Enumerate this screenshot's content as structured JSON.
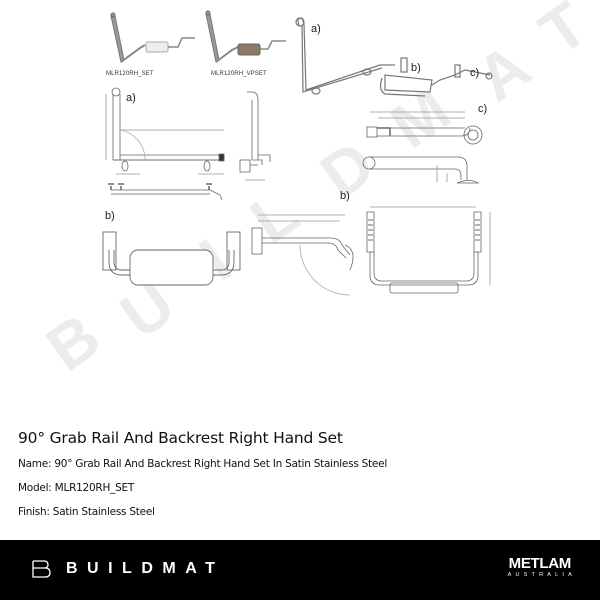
{
  "drawings": {
    "thumbnails": [
      {
        "label": "MLR120RH_SET"
      },
      {
        "label": "MLR120RH_VPSET"
      }
    ],
    "part_labels": {
      "a_front": "a)",
      "a_iso": "a)",
      "b_iso": "b)",
      "c_iso": "c)",
      "c_detail": "c)",
      "b_front": "b)",
      "b_side": "b)"
    }
  },
  "watermark": {
    "text": "BUILDMAT",
    "color": "#ececec"
  },
  "product": {
    "title": "90° Grab Rail And Backrest Right Hand Set",
    "fields": [
      {
        "key": "Name:",
        "value": "90° Grab Rail And Backrest Right Hand Set In Satin Stainless Steel"
      },
      {
        "key": "Model:",
        "value": "MLR120RH_SET"
      },
      {
        "key": "Finish:",
        "value": "Satin Stainless Steel"
      }
    ]
  },
  "footer": {
    "background": "#000000",
    "brand": "BUILDMAT",
    "partner_name": "METLAM",
    "partner_sub": "AUSTRALIA"
  }
}
